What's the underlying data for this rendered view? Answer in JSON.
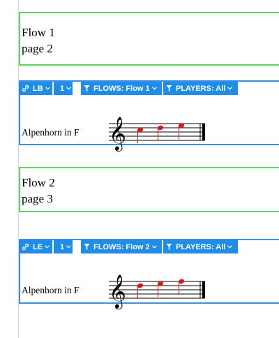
{
  "flows": [
    {
      "title_line1": "Flow 1",
      "title_line2": "page 2",
      "toolbar": {
        "link_label": "LB",
        "number_label": "1",
        "flows_label": "FLOWS: Flow 1",
        "players_label": "PLAYERS: All"
      },
      "instrument": "Alpenhorn in F",
      "note_color": "#e01515"
    },
    {
      "title_line1": "Flow 2",
      "title_line2": "page 3",
      "toolbar": {
        "link_label": "LE",
        "number_label": "1",
        "flows_label": "FLOWS: Flow 2",
        "players_label": "PLAYERS: All"
      },
      "instrument": "Alpenhorn in F",
      "note_color": "#e01515"
    }
  ],
  "colors": {
    "flow_frame": "#5cd65c",
    "music_frame": "#3b8fe0",
    "toolbar_bg": "#1f8de8"
  },
  "icons": [
    "link-icon",
    "chevron-down-icon",
    "filter-icon"
  ]
}
